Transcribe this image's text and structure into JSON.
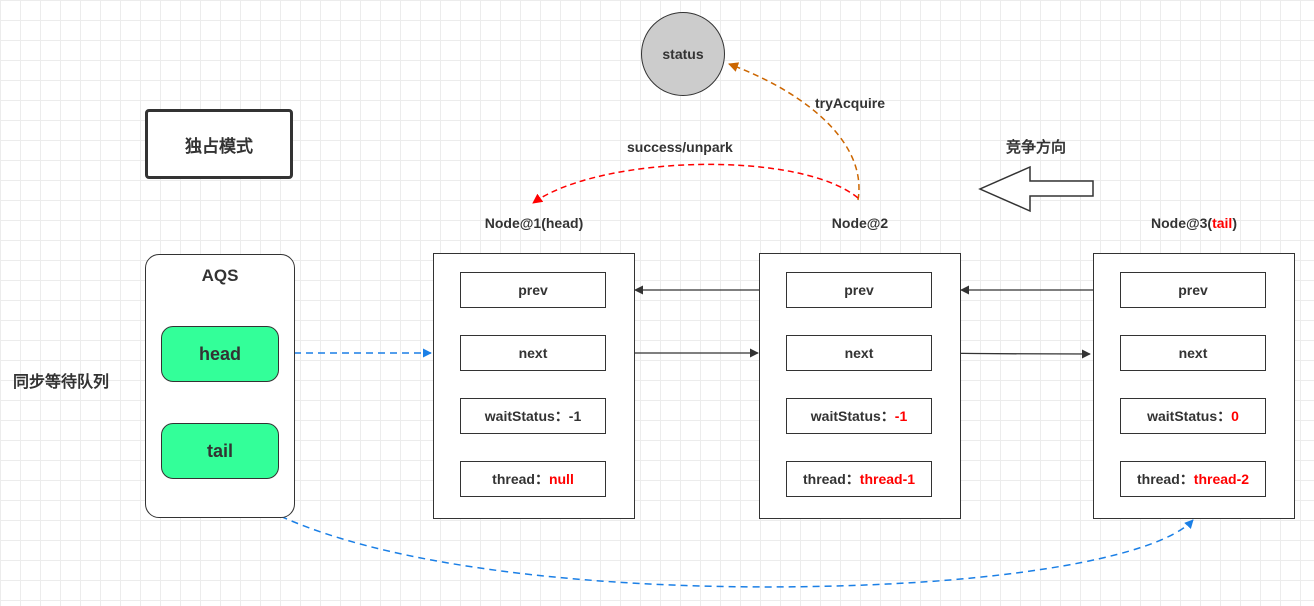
{
  "mode_label": "独占模式",
  "queue_label": "同步等待队列",
  "direction_label": "竞争方向",
  "status_label": "status",
  "try_acquire_label": "tryAcquire",
  "success_label": "success/unpark",
  "aqs": {
    "title": "AQS",
    "head": "head",
    "tail": "tail"
  },
  "nodes": [
    {
      "prefix": "Node@1(",
      "tag": "head",
      "suffix": ")",
      "prev": "prev",
      "next": "next",
      "wait_key": "waitStatus：",
      "wait_val": "-1",
      "thread_key": "thread：",
      "thread_val": "null"
    },
    {
      "prefix": "Node@2",
      "tag": "",
      "suffix": "",
      "prev": "prev",
      "next": "next",
      "wait_key": "waitStatus：",
      "wait_val": "-1",
      "thread_key": "thread：",
      "thread_val": "thread-1"
    },
    {
      "prefix": "Node@3(",
      "tag": "tail",
      "suffix": ")",
      "prev": "prev",
      "next": "next",
      "wait_key": "waitStatus：",
      "wait_val": "0",
      "thread_key": "thread：",
      "thread_val": "thread-2"
    }
  ],
  "colors": {
    "pill_fill": "#33ff99",
    "highlight_red": "#ff0000",
    "try_acquire_arrow": "#cc6600",
    "success_arrow": "#ff0000",
    "pointer_arrow": "#1a7fe6",
    "status_fill": "#cccccc"
  }
}
